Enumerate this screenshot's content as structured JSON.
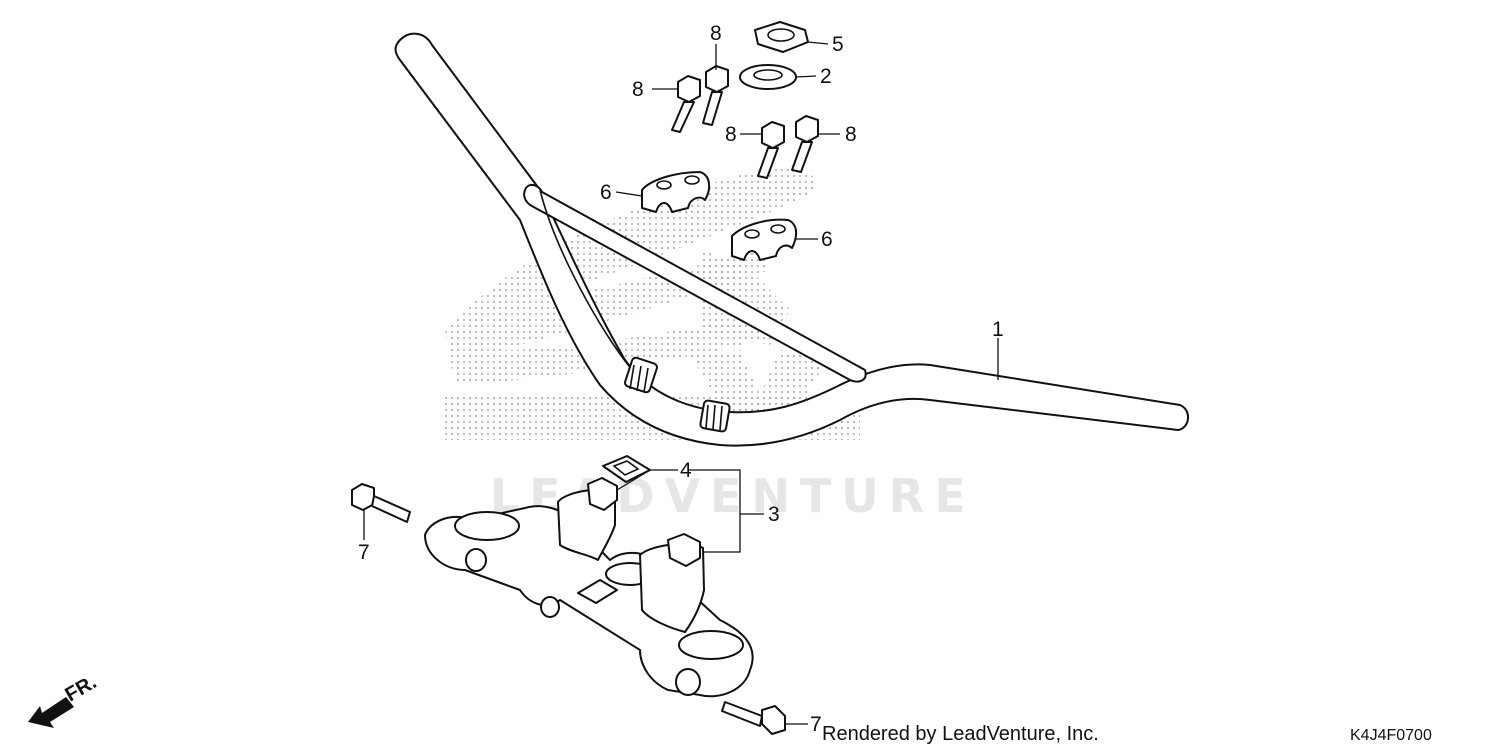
{
  "diagram": {
    "code": "K4J4F0700",
    "credit": "Rendered by LeadVenture, Inc.",
    "watermark": "LEADVENTURE",
    "front_marker": "FR.",
    "colors": {
      "line": "#111111",
      "dots": "#9a9a9a",
      "watermark": "#e6e6e6"
    }
  },
  "callouts": {
    "handlebar": "1",
    "washer": "2",
    "top_bridge": "3",
    "plate": "4",
    "nut": "5",
    "holder_upper": "6",
    "holder_lower": "6",
    "bolt_a": "8",
    "bolt_b": "8",
    "bolt_c": "8",
    "bolt_d": "8",
    "bolt_left": "7",
    "bolt_bottom": "7"
  }
}
